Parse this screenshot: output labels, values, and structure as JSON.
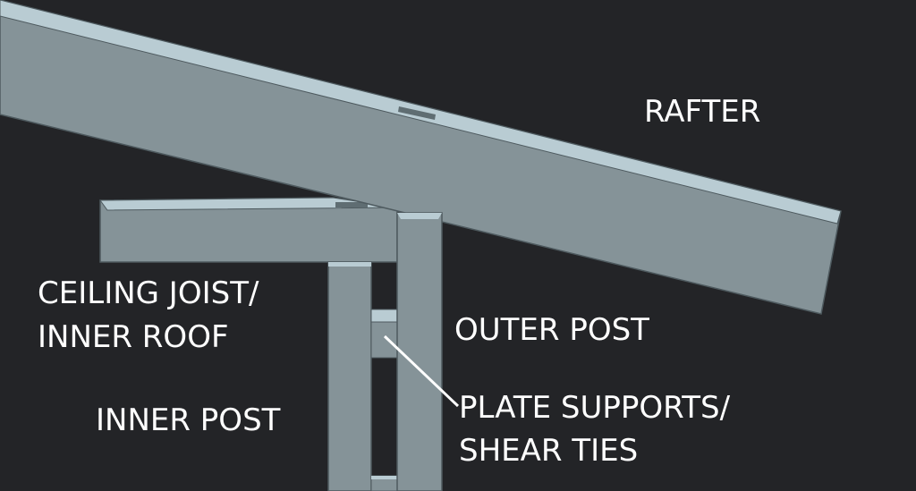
{
  "labels": {
    "rafter": "RAFTER",
    "ceiling_joist_line1": "CEILING JOIST/",
    "ceiling_joist_line2": "INNER ROOF",
    "outer_post": "OUTER POST",
    "inner_post": "INNER POST",
    "plate_supports_line1": "PLATE SUPPORTS/",
    "plate_supports_line2": "SHEAR TIES"
  },
  "colors": {
    "background": "#232427",
    "member_side": "#859398",
    "member_top": "#b9ccd3",
    "edge": "#4e5a5f",
    "slot": "#5f6d72",
    "label": "#ffffff"
  }
}
